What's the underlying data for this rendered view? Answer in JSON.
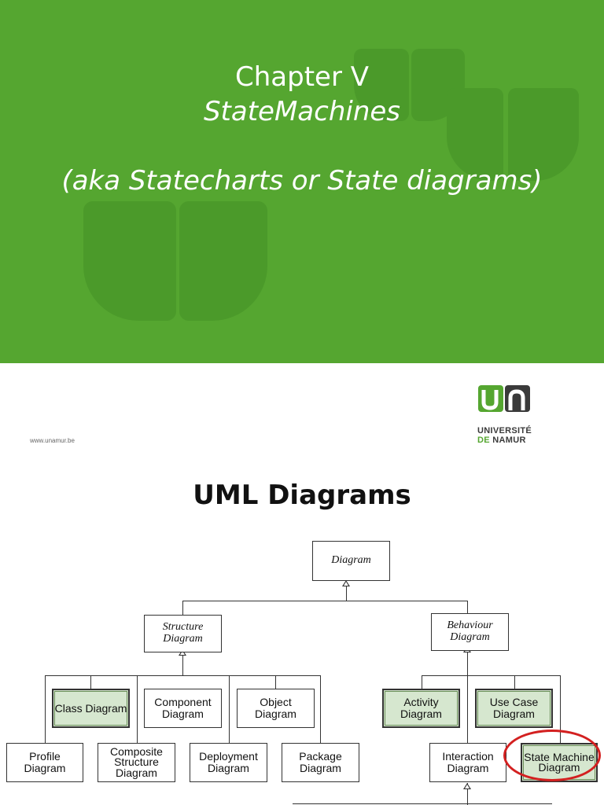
{
  "slide1": {
    "title_line1": "Chapter V",
    "title_line2": "StateMachines",
    "title_line3": "(aka Statecharts or State diagrams)",
    "url": "www.unamur.be",
    "logo_line1": "UNIVERSITÉ",
    "logo_line2_a": "DE",
    "logo_line2_b": "NAMUR",
    "colors": {
      "green": "#55a630",
      "leaf": "#4b9a2a"
    }
  },
  "slide2": {
    "title": "UML Diagrams",
    "boxes": {
      "diagram": "Diagram",
      "structure": "Structure Diagram",
      "behaviour": "Behaviour Diagram",
      "class": "Class Diagram",
      "component": "Component Diagram",
      "object": "Object Diagram",
      "profile": "Profile Diagram",
      "composite": "Composite Structure Diagram",
      "deployment": "Deployment Diagram",
      "package": "Package Diagram",
      "activity": "Activity Diagram",
      "usecase": "Use Case Diagram",
      "interaction": "Interaction Diagram",
      "statemachine": "State Machine Diagram"
    },
    "colors": {
      "highlight": "#d6e7cf",
      "ellipse": "#d32020"
    }
  }
}
